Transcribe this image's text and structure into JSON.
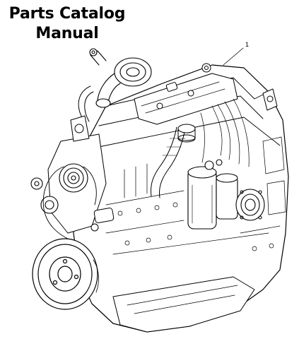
{
  "document": {
    "title_line1": "Parts Catalog",
    "title_line2": "Manual",
    "callout_number": "1",
    "illustration_icon": "engine-line-drawing"
  }
}
